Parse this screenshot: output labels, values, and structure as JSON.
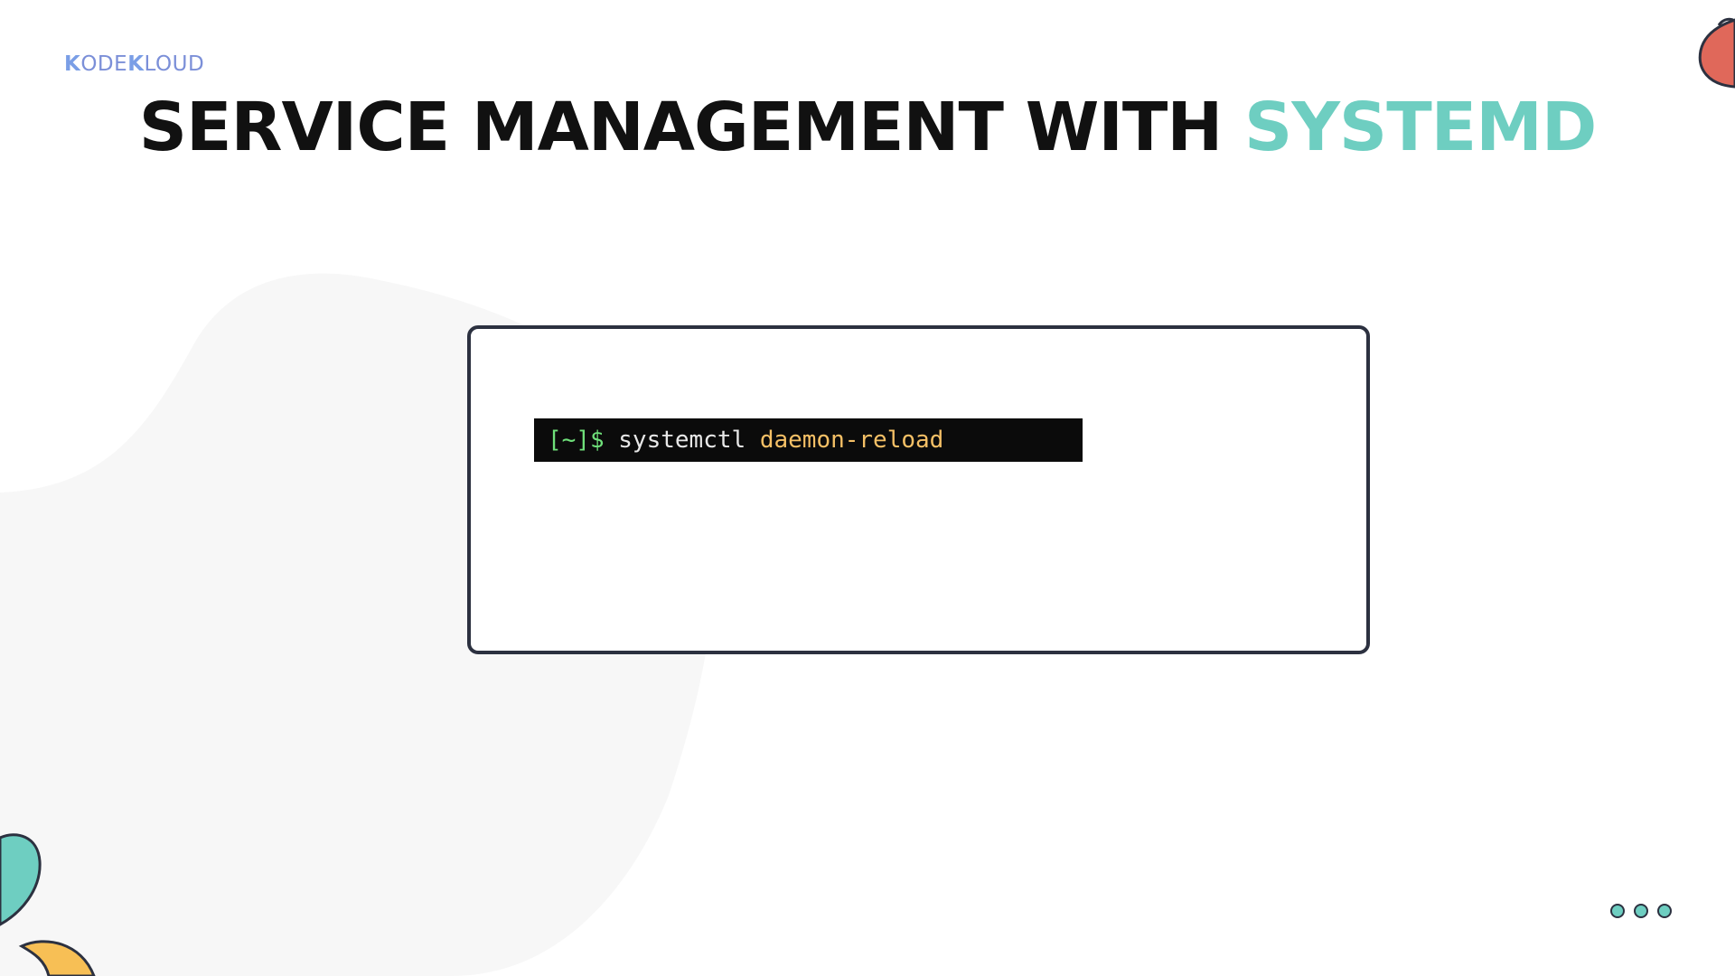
{
  "logo": {
    "part1_k": "K",
    "part1_rest": "ODE",
    "part2_k": "K",
    "part2_rest": "LOUD"
  },
  "title": {
    "main": "SERVICE MANAGEMENT WITH ",
    "accent": "SYSTEMD"
  },
  "terminal": {
    "prompt": "[~]$",
    "command": "systemctl",
    "argument": "daemon-reload"
  },
  "colors": {
    "accent": "#6ecec1",
    "prompt": "#6fe07a",
    "argument": "#f5c066",
    "frame": "#2c3140",
    "blob_red": "#e0685a",
    "blob_teal": "#6ecec1",
    "blob_yellow": "#f7bf55"
  },
  "icons": {
    "pagination": "three-dots-icon"
  }
}
